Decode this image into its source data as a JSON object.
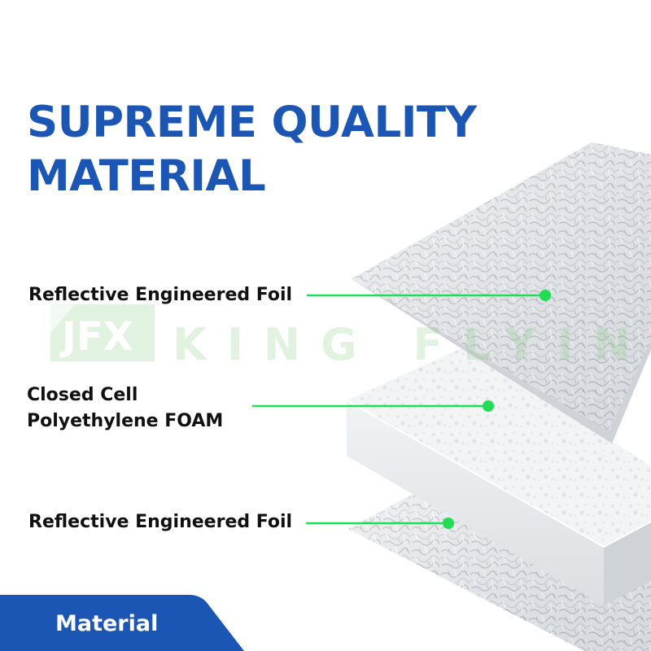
{
  "headline": {
    "line1": "SUPREME QUALITY",
    "line2": "MATERIAL"
  },
  "callouts": {
    "top_label": "Reflective Engineered Foil",
    "middle_label_line1": "Closed Cell",
    "middle_label_line2": "Polyethylene FOAM",
    "bottom_label": "Reflective Engineered Foil"
  },
  "watermark": {
    "logo_text": "JFX",
    "brand_text": "KING FLYING"
  },
  "footer": {
    "tab_label": "Material"
  },
  "colors": {
    "headline_blue": "#1c56b4",
    "callout_green": "#20dd55",
    "footer_blue": "#1c56b4",
    "watermark_green": "#7ec87a"
  }
}
